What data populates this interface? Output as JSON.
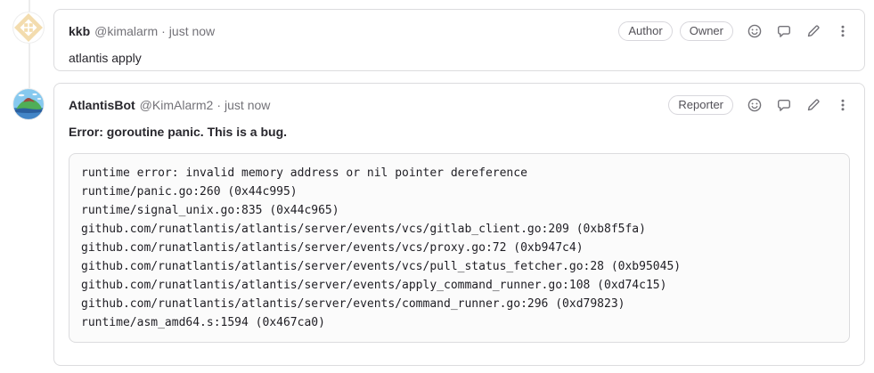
{
  "colors": {
    "card_border": "#dcdcde",
    "code_background": "#fbfbfb",
    "muted_text": "#737278",
    "primary_text": "#28272d",
    "timeline_line": "#ececec",
    "avatar1_pattern": "#f3dcae",
    "avatar2_sky": "#86c9ef",
    "avatar2_sea": "#4285c7",
    "avatar2_island": "#4fae57"
  },
  "icons": {
    "emoji": "smiley-face-icon",
    "comment": "speech-bubble-icon",
    "edit": "pencil-icon",
    "more": "vertical-ellipsis-icon"
  },
  "comments": [
    {
      "author": "kkb",
      "username": "@kimalarm",
      "meta_separator": "·",
      "time": "just now",
      "badges": [
        "Author",
        "Owner"
      ],
      "body": "atlantis apply"
    },
    {
      "author": "AtlantisBot",
      "username": "@KimAlarm2",
      "meta_separator": "·",
      "time": "just now",
      "badges": [
        "Reporter"
      ],
      "error_title": "Error: goroutine panic. This is a bug.",
      "code_lines": [
        "runtime error: invalid memory address or nil pointer dereference",
        "runtime/panic.go:260 (0x44c995)",
        "runtime/signal_unix.go:835 (0x44c965)",
        "github.com/runatlantis/atlantis/server/events/vcs/gitlab_client.go:209 (0xb8f5fa)",
        "github.com/runatlantis/atlantis/server/events/vcs/proxy.go:72 (0xb947c4)",
        "github.com/runatlantis/atlantis/server/events/vcs/pull_status_fetcher.go:28 (0xb95045)",
        "github.com/runatlantis/atlantis/server/events/apply_command_runner.go:108 (0xd74c15)",
        "github.com/runatlantis/atlantis/server/events/command_runner.go:296 (0xd79823)",
        "runtime/asm_amd64.s:1594 (0x467ca0)"
      ]
    }
  ]
}
